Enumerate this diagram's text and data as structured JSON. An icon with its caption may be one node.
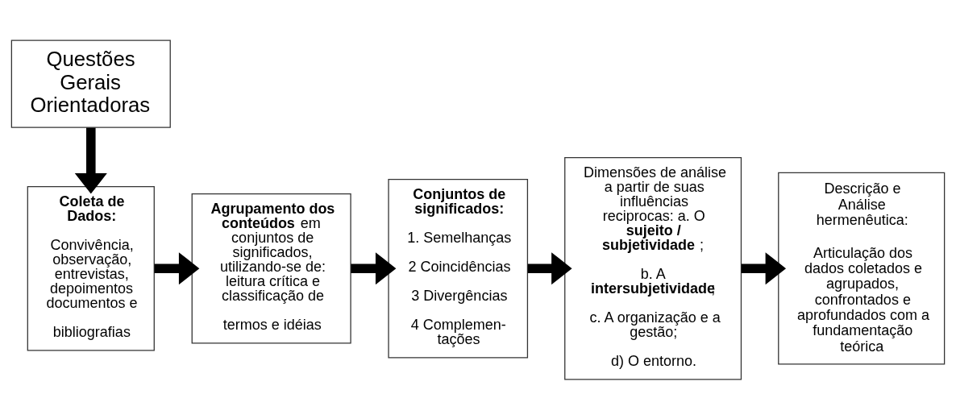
{
  "diagram": {
    "nodes": [
      {
        "text": [
          "Questões Gerais Orientadoras"
        ]
      },
      {
        "text": [
          "Coleta de Dados:",
          "Convivência, observação, entrevistas, depoimentos documentos e",
          "bibliografias"
        ]
      },
      {
        "text": [
          "**Agrupamento dos conteúdos** em conjuntos de significados, utilizando-se de: leitura crítica e classificação de",
          "termos e idéias"
        ]
      },
      {
        "text": [
          "Conjuntos de significados:",
          "1. Semelhanças",
          "2 Coincidências",
          "3 Divergências",
          "4 Complemen- tações"
        ]
      },
      {
        "text": [
          "Dimensões de análise a partir de suas influências reciprocas: a. O **sujeito / subjetividade** ;",
          "b. A **intersubjetividade**;",
          "c. A organização e a gestão;",
          "d) O entorno."
        ]
      },
      {
        "text": [
          "Descrição e Análise hermenêutica:",
          "Articulação dos dados coletados e agrupados, confrontados e aprofundados com a fundamentação teórica"
        ]
      }
    ],
    "edges": [
      {
        "from": 0,
        "to": 1,
        "arrow": "to"
      },
      {
        "from": 1,
        "to": 2,
        "arrow": "to"
      },
      {
        "from": 2,
        "to": 3,
        "arrow": "to"
      },
      {
        "from": 3,
        "to": 4,
        "arrow": "to"
      },
      {
        "from": 4,
        "to": 5,
        "arrow": "to"
      }
    ]
  }
}
